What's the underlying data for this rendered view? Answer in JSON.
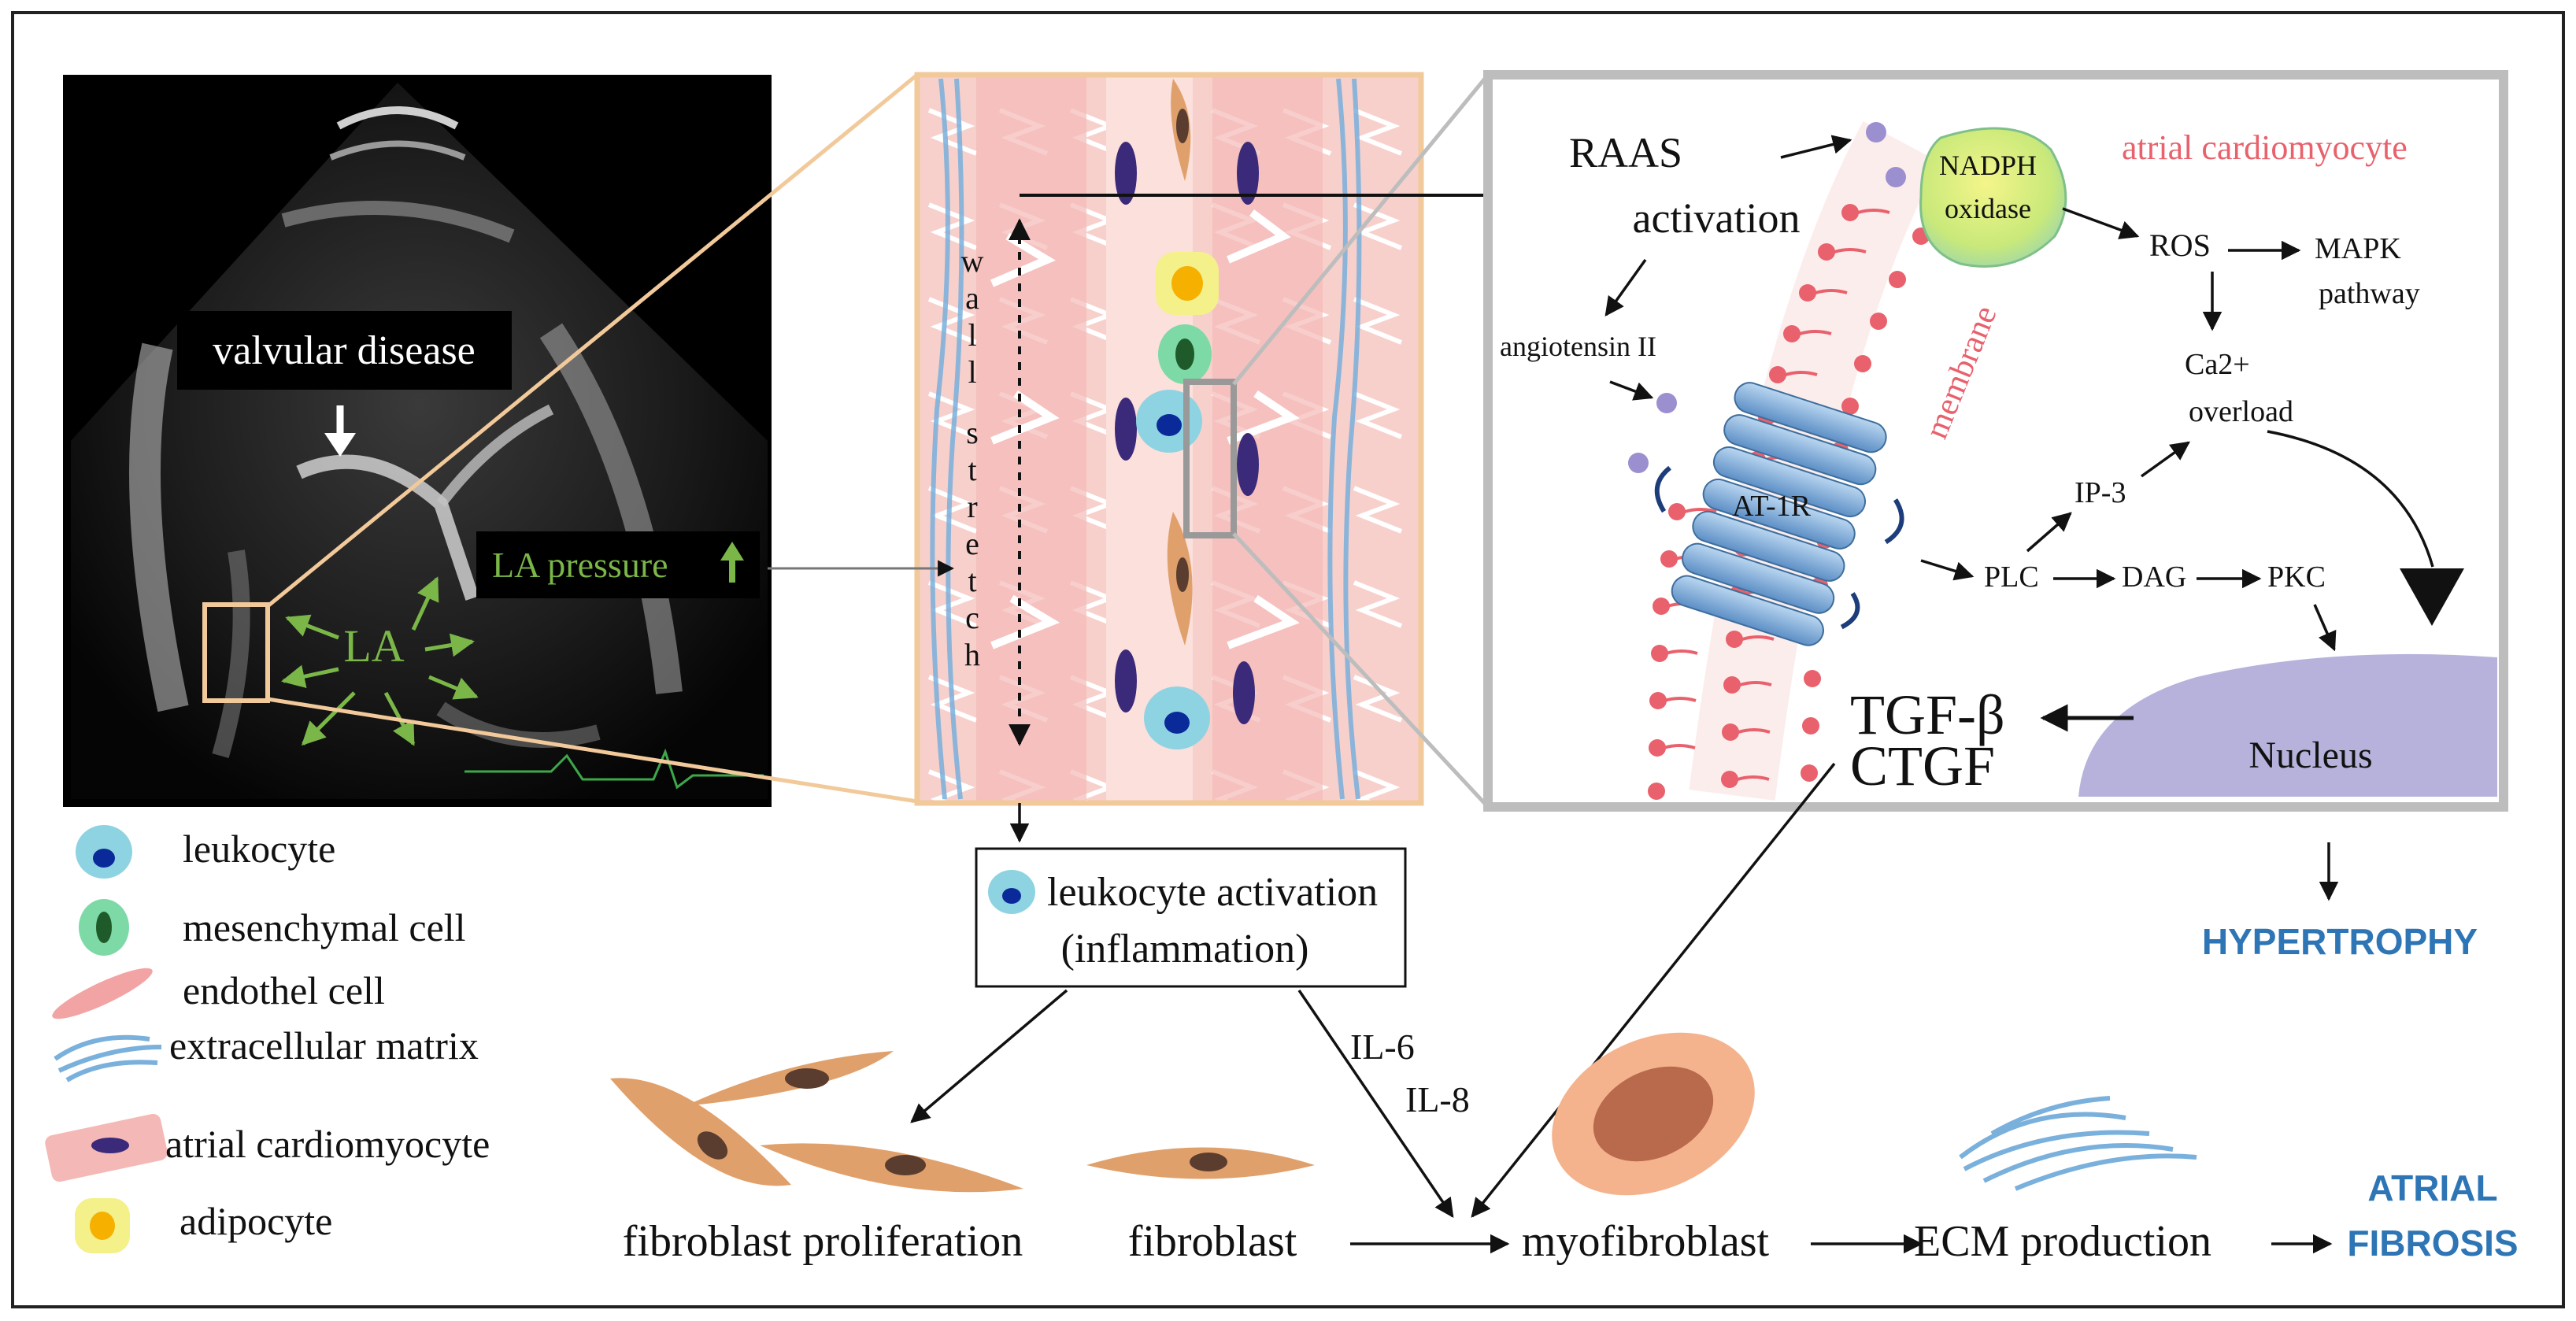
{
  "echo": {
    "valvular_label": "valvular disease",
    "la_label": "LA",
    "pressure_label": "LA pressure"
  },
  "stretch": {
    "label": "wall stretch",
    "letters": [
      "w",
      "a",
      "l",
      "l",
      "s",
      "t",
      "r",
      "e",
      "t",
      "c",
      "h"
    ]
  },
  "mechanism": {
    "raas_line1": "RAAS",
    "raas_line2": "activation",
    "nadph_line1": "NADPH",
    "nadph_line2": "oxidase",
    "cardiomyocyte_label": "atrial cardiomyocyte",
    "membrane_label": "membrane",
    "angiotensin": "angiotensin II",
    "receptor": "AT-1R",
    "ros": "ROS",
    "mapk_line1": "MAPK",
    "mapk_line2": "pathway",
    "ca_line1": "Ca2+",
    "ca_line2": "overload",
    "ip3": "IP-3",
    "plc": "PLC",
    "dag": "DAG",
    "pkc": "PKC",
    "tgf": "TGF-β",
    "ctgf": "CTGF",
    "nucleus": "Nucleus"
  },
  "inflammation": {
    "line1": "leukocyte activation",
    "line2": "(inflammation)",
    "il6": "IL-6",
    "il8": "IL-8"
  },
  "legend": {
    "leukocyte": "leukocyte",
    "mesenchymal": "mesenchymal cell",
    "endothel": "endothel cell",
    "ecm": "extracellular matrix",
    "cardiomyocyte": "atrial cardiomyocyte",
    "adipocyte": "adipocyte"
  },
  "bottom": {
    "fibro_prolif": "fibroblast proliferation",
    "fibroblast": "fibroblast",
    "myofibroblast": "myofibroblast",
    "ecm_prod": "ECM production",
    "fibrosis_line1": "ATRIAL",
    "fibrosis_line2": "FIBROSIS",
    "hypertrophy": "HYPERTROPHY"
  },
  "colors": {
    "echo_green": "#7ab648",
    "frame_tan": "#f2c99a",
    "frame_gray": "#bdbdbd",
    "highlight_blue": "#2e75b6",
    "cardiomyocyte_red": "#e8616c",
    "nucleus_purple": "#b6b2dc",
    "fibroblast_tan": "#e0a06b"
  }
}
